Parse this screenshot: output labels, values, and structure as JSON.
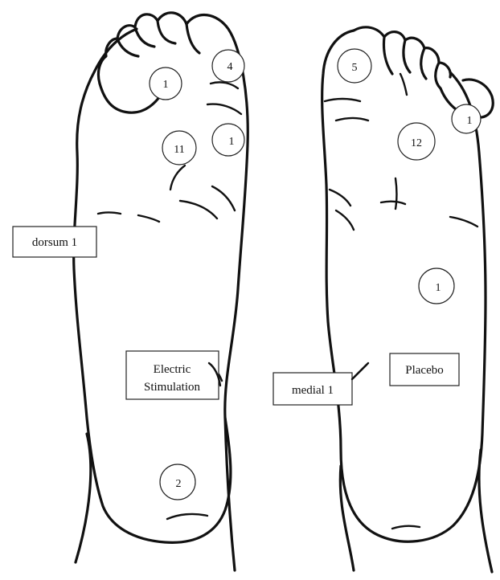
{
  "diagram": {
    "feet": [
      {
        "group": "Electric Stimulation",
        "label_lines": [
          "Electric",
          "Stimulation"
        ],
        "site_counts": [
          "1",
          "4",
          "1",
          "11",
          "2"
        ],
        "box_label": "dorsum 1"
      },
      {
        "group": "Placebo",
        "label_lines": [
          "Placebo"
        ],
        "site_counts": [
          "5",
          "1",
          "12",
          "1"
        ],
        "box_label": "medial 1"
      }
    ]
  }
}
